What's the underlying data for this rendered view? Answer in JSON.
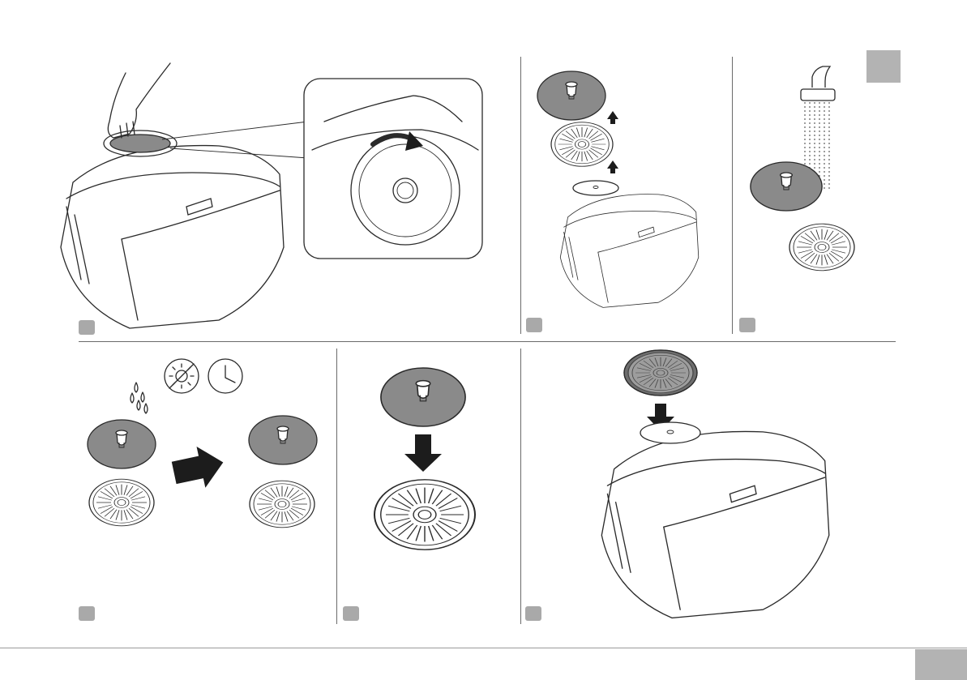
{
  "manual": {
    "section_tab_color": "#b3b3b3",
    "step_badge_color": "#a9a9a9",
    "valve_cap_color": "#8a8a8a",
    "line_color": "#2a2a2a"
  },
  "steps": [
    {
      "panel": "open-valve-cover",
      "icons": [
        "hand-icon",
        "rotate-arrow-icon",
        "magnifier-inset"
      ]
    },
    {
      "panel": "remove-valve-parts",
      "icons": [
        "up-arrow-icon",
        "up-arrow-icon"
      ]
    },
    {
      "panel": "rinse-under-tap",
      "icons": [
        "tap-icon",
        "water-stream-icon"
      ]
    },
    {
      "panel": "air-dry",
      "icons": [
        "water-drops-icon",
        "no-sun-icon",
        "clock-icon",
        "right-arrow-icon"
      ]
    },
    {
      "panel": "reassemble-valve",
      "icons": [
        "down-arrow-icon"
      ]
    },
    {
      "panel": "refit-valve",
      "icons": [
        "down-arrow-icon"
      ]
    }
  ]
}
